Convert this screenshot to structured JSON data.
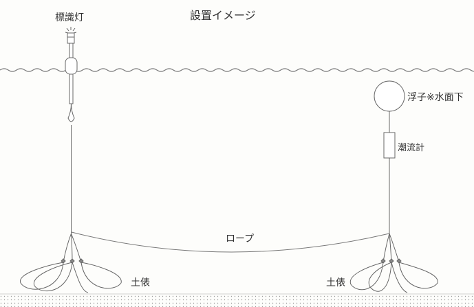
{
  "title": "設置イメージ",
  "labels": {
    "lamp": "標識灯",
    "float": "浮子※水面下",
    "current_meter": "潮流計",
    "rope": "ロープ",
    "sandbag_left": "土俵",
    "sandbag_right": "土俵"
  },
  "colors": {
    "line": "#666666",
    "text": "#333333",
    "background": "#fdfdfb",
    "seabed_dots": "#9a9a9a"
  }
}
